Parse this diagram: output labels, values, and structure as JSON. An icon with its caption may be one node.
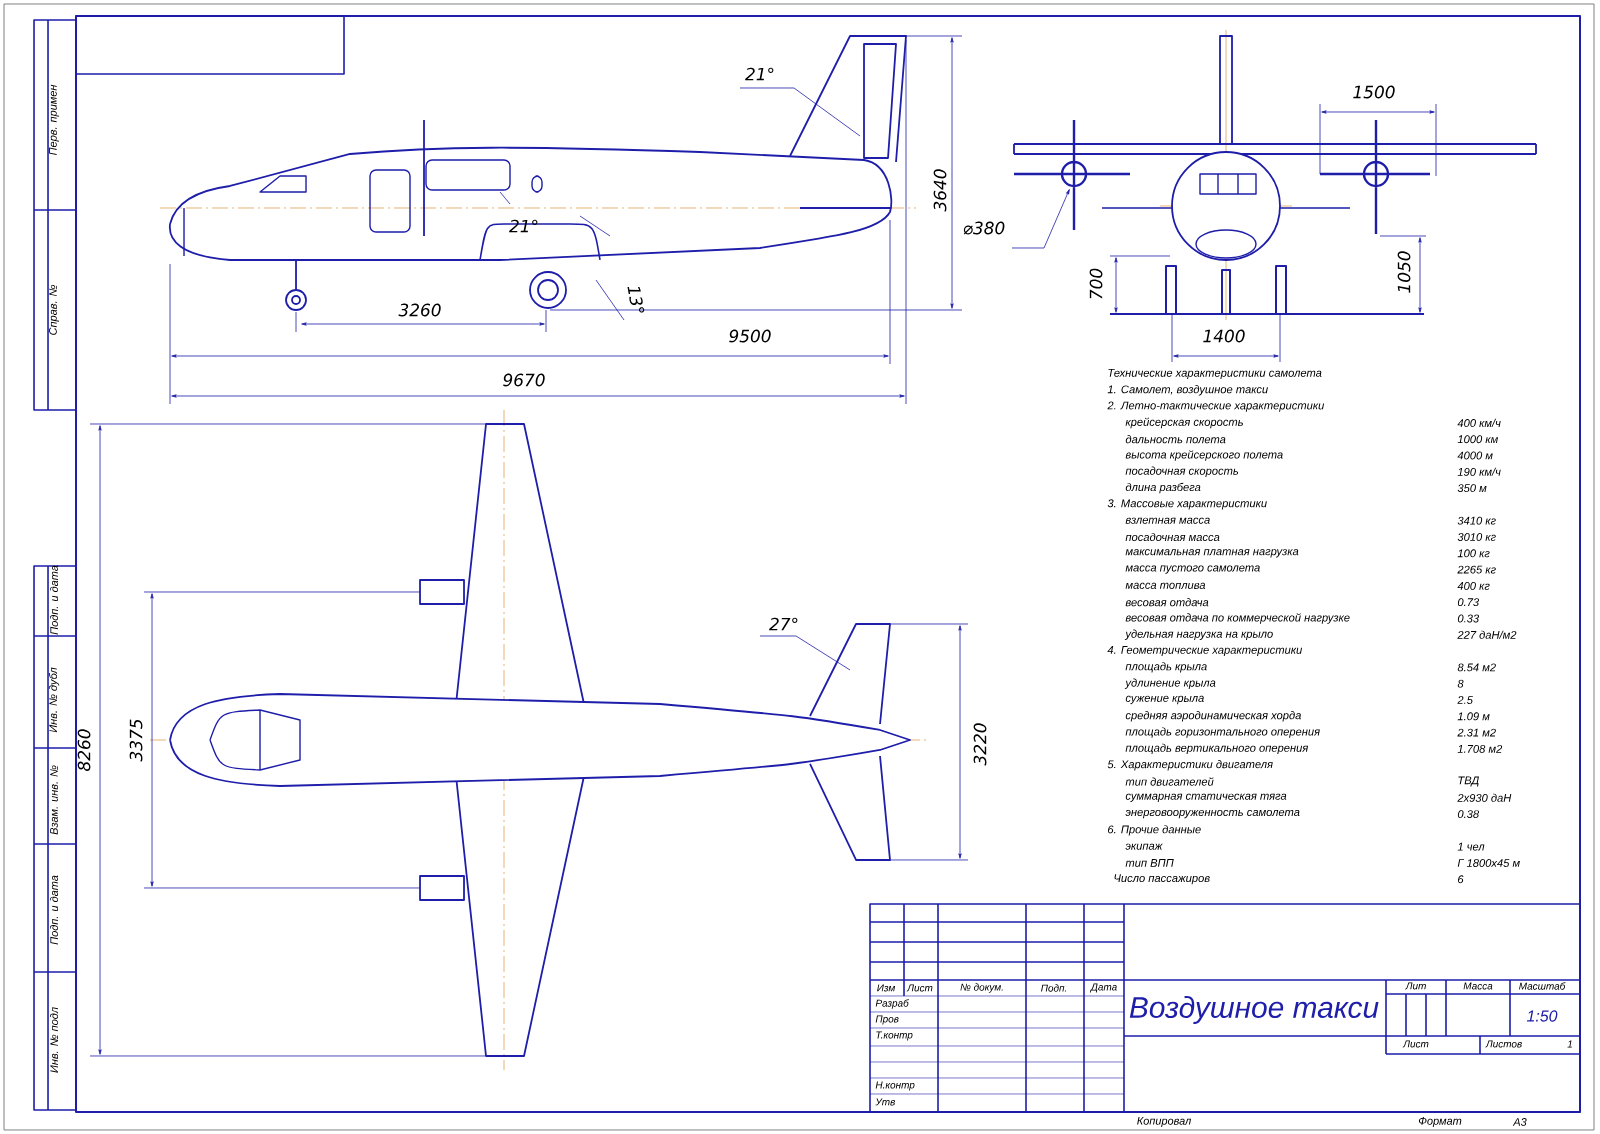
{
  "diagram": {
    "labels": [
      "Перв. примен",
      "Справ. №",
      "Подп. и дата",
      "Инв. № дубл",
      "Взам. инв. №",
      "Подп. и дата",
      "Инв. № подл",
      "21°",
      "21°",
      "13°",
      "3640",
      "3260",
      "9500",
      "9670",
      "1500",
      "⌀380",
      "700",
      "1400",
      "1050",
      "27°",
      "8260",
      "3375",
      "3220",
      "Технические характеристики самолета",
      "1. Самолет, воздушное такси",
      "2. Летно-тактические характеристики",
      "крейсерская скорость",
      "400 км/ч",
      "дальность полета",
      "1000 км",
      "высота крейсерского полета",
      "4000 м",
      "посадочная скорость",
      "190 км/ч",
      "длина разбега",
      "350 м",
      "3. Массовые характеристики",
      "взлетная масса",
      "3410 кг",
      "посадочная масса",
      "3010 кг",
      "максимальная платная нагрузка",
      "100 кг",
      "масса пустого самолета",
      "2265 кг",
      "масса топлива",
      "400 кг",
      "весовая отдача",
      "0.73",
      "весовая отдача по коммерческой нагрузке",
      "0.33",
      "удельная нагрузка на крыло",
      "227 даН/м2",
      "4. Геометрические характеристики",
      "площадь крыла",
      "8.54 м2",
      "удлинение крыла",
      "8",
      "сужение крыла",
      "2.5",
      "средняя аэродинамическая хорда",
      "1.09 м",
      "площадь горизонтального оперения",
      "2.31 м2",
      "площадь вертикального оперения",
      "1.708 м2",
      "5. Характеристики двигателя",
      "тип двигателей",
      "ТВД",
      "суммарная статическая тяга",
      "2х930 даН",
      "энерговооруженность самолета",
      "0.38",
      "6. Прочие данные",
      "экипаж",
      "1 чел",
      "тип ВПП",
      "Г 1800х45 м",
      "Число пассажиров",
      "6",
      "Изм",
      "Лист",
      "№ докум.",
      "Подп.",
      "Дата",
      "Разраб",
      "Пров",
      "Т.контр",
      "Н.контр",
      "Утв",
      "Воздушное такси",
      "Лит",
      "Масса",
      "Масштаб",
      "1:50",
      "Лист",
      "Листов",
      "1",
      "Копировал",
      "Формат",
      "А3"
    ]
  }
}
